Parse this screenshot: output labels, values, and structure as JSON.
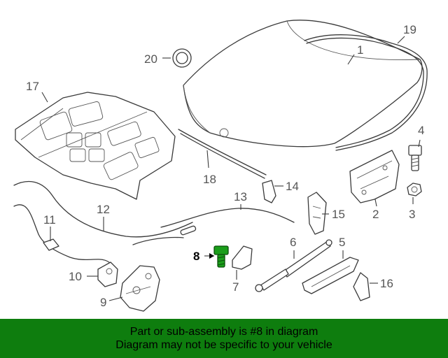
{
  "callouts": {
    "c1": "1",
    "c2": "2",
    "c3": "3",
    "c4": "4",
    "c5": "5",
    "c6": "6",
    "c7": "7",
    "c8": "8",
    "c9": "9",
    "c10": "10",
    "c11": "11",
    "c12": "12",
    "c13": "13",
    "c14": "14",
    "c15": "15",
    "c16": "16",
    "c17": "17",
    "c18": "18",
    "c19": "19",
    "c20": "20"
  },
  "highlight_part": "8",
  "highlight_color": "#1a9e1a",
  "banner": {
    "line1": "Part or sub-assembly is #8 in diagram",
    "line2": "Diagram may not be specific to your vehicle",
    "background": "#0e7d0e"
  }
}
